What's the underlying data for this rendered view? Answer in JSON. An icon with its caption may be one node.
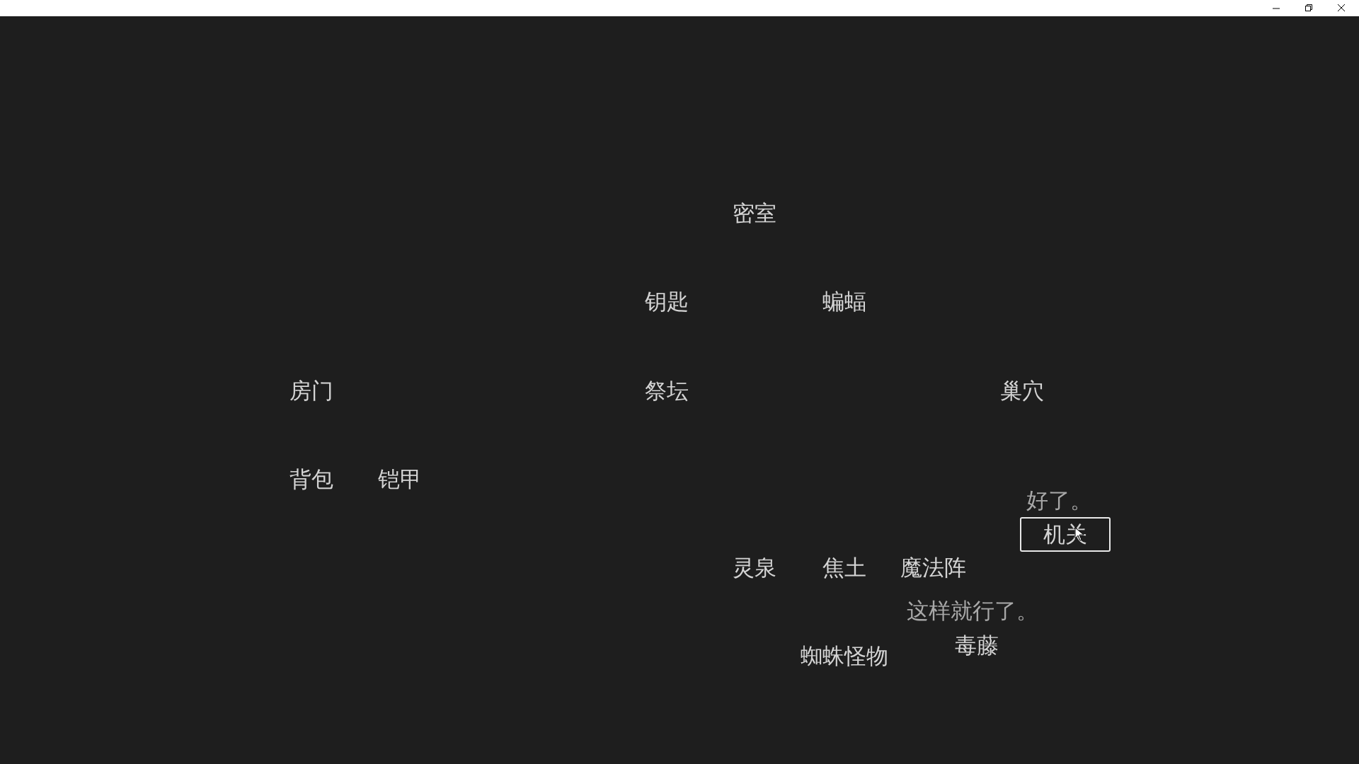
{
  "diagram": {
    "nodes": [
      {
        "text": [
          "机关"
        ]
      }
    ],
    "labels": [
      "密室",
      "钥匙",
      "蝙蝠",
      "房门",
      "祭坛",
      "巢穴",
      "背包",
      "铠甲",
      "好了。",
      "灵泉",
      "焦土",
      "魔法阵",
      "这样就行了。",
      "毒藤",
      "蜘蛛怪物"
    ]
  }
}
